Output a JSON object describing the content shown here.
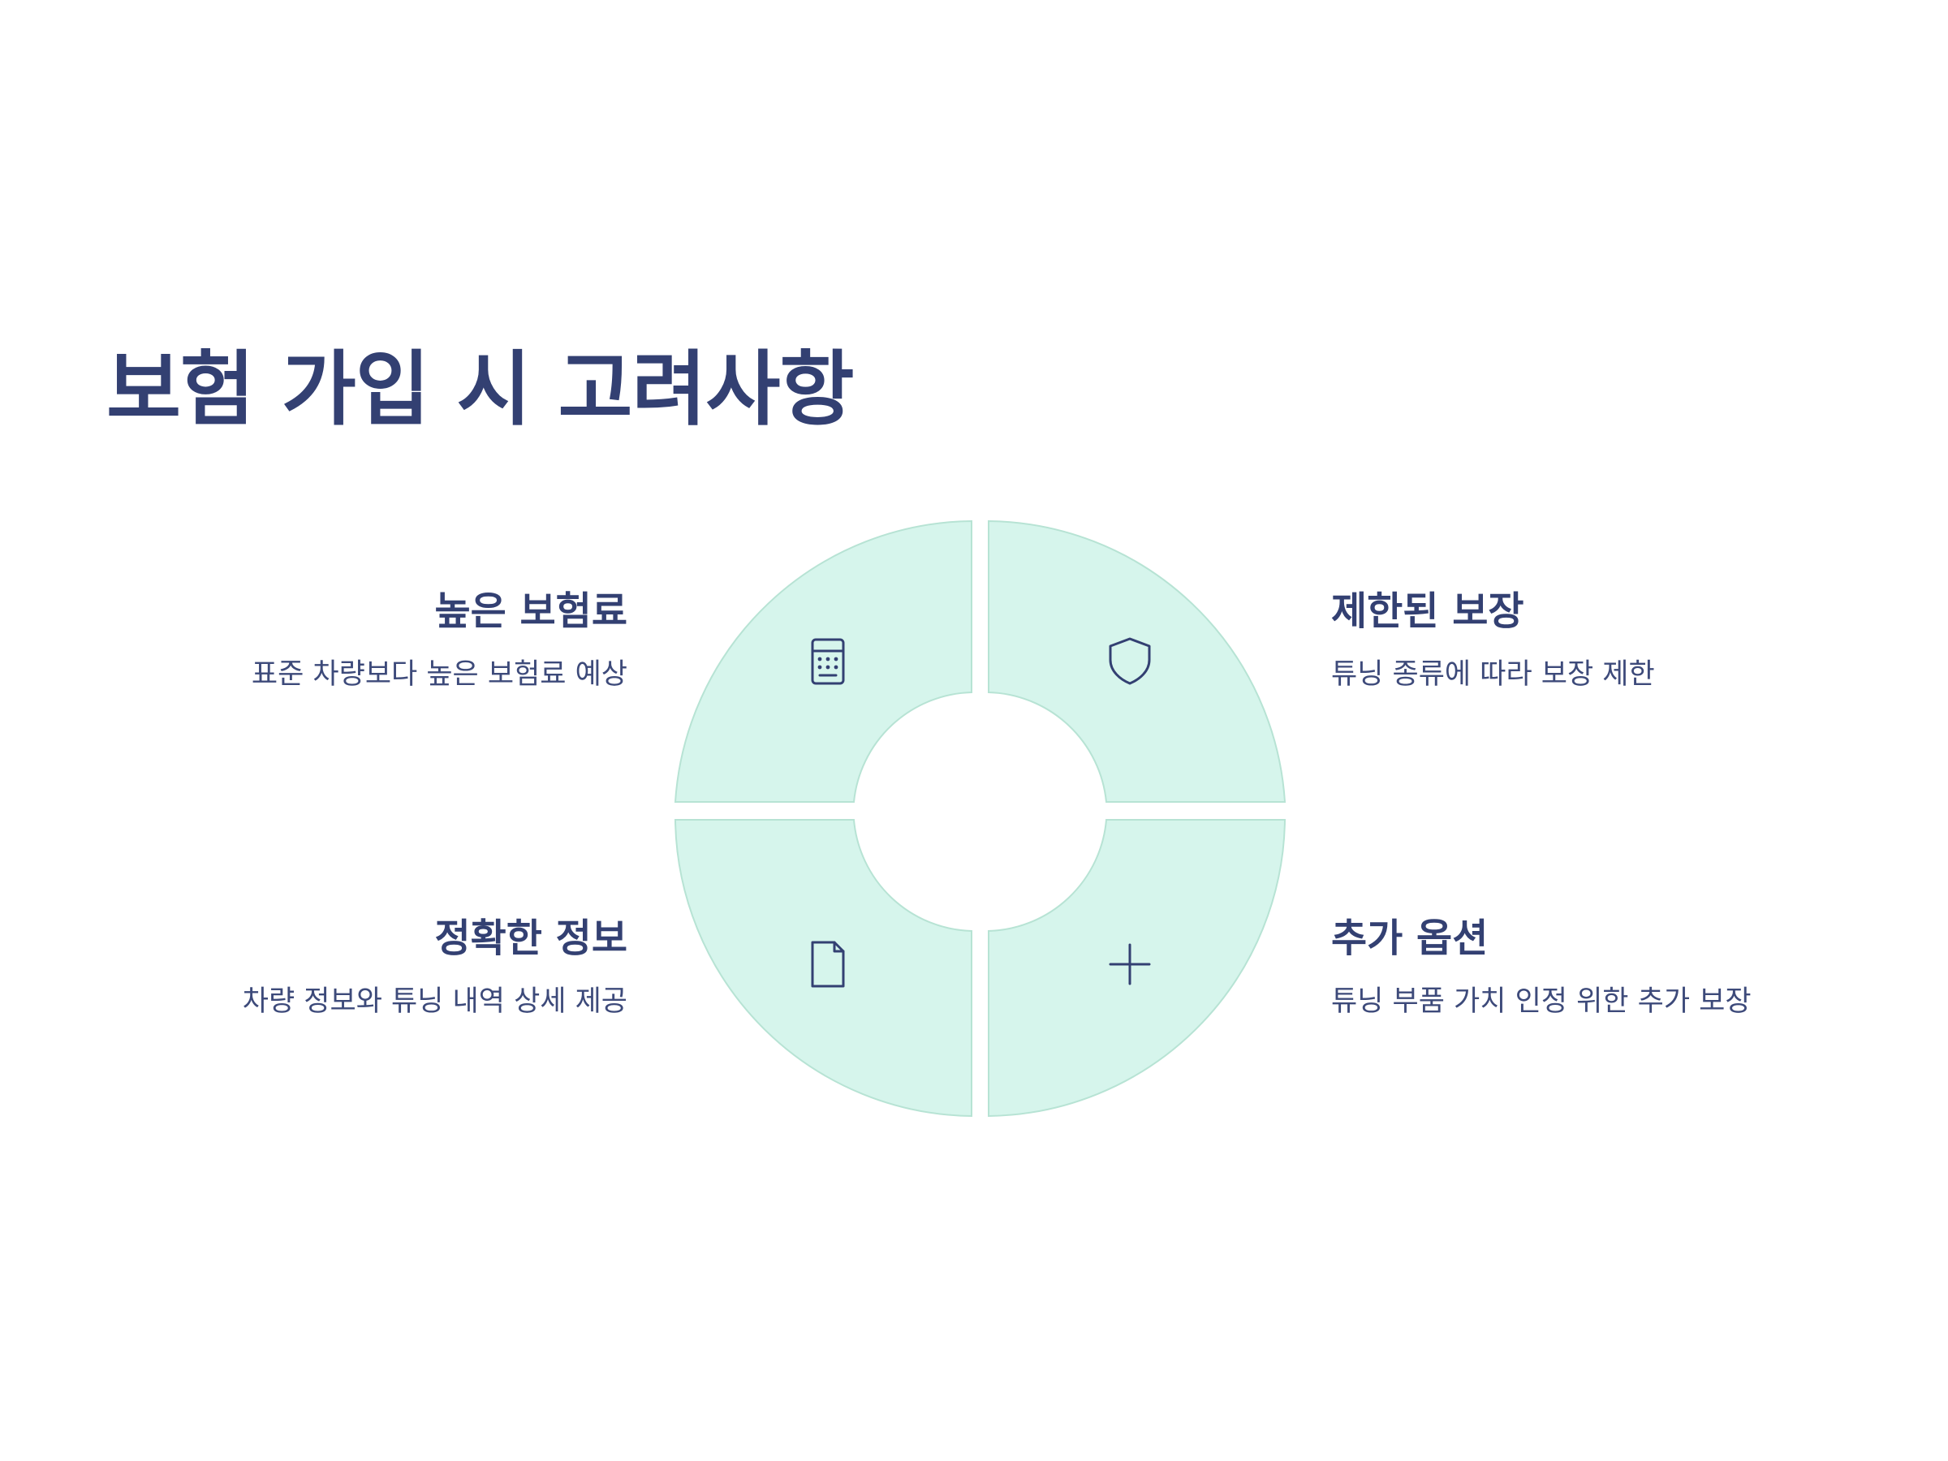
{
  "title": "보험 가입 시 고려사항",
  "colors": {
    "text": "#334072",
    "quadrant_fill": "#d6f5ec",
    "quadrant_stroke": "#b7e3d4"
  },
  "quadrants": [
    {
      "position": "top-left",
      "icon": "calculator-icon",
      "title": "높은 보험료",
      "description": "표준 차량보다 높은 보험료 예상"
    },
    {
      "position": "top-right",
      "icon": "shield-icon",
      "title": "제한된 보장",
      "description": "튜닝 종류에 따라 보장 제한"
    },
    {
      "position": "bottom-left",
      "icon": "document-icon",
      "title": "정확한 정보",
      "description": "차량 정보와 튜닝 내역 상세 제공"
    },
    {
      "position": "bottom-right",
      "icon": "plus-icon",
      "title": "추가 옵션",
      "description": "튜닝 부품 가치 인정 위한 추가 보장"
    }
  ]
}
